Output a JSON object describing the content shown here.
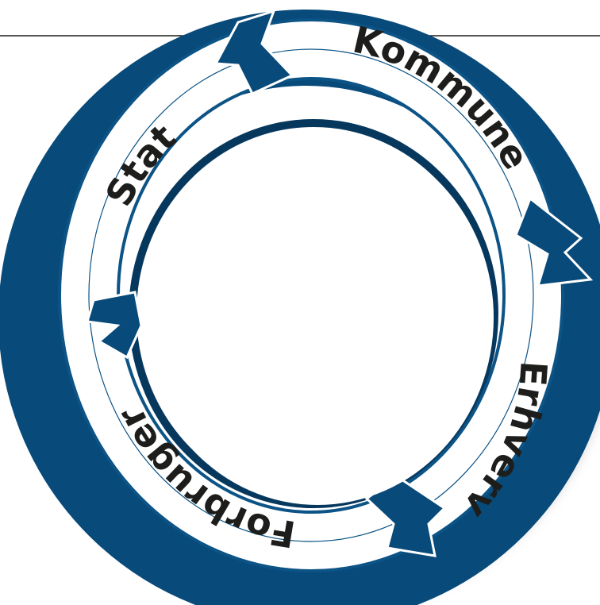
{
  "colors": {
    "ring_blue": "#084a7a",
    "ring_blue_dark": "#06385e",
    "arrow_face": "#ffffff",
    "arrow_outline": "#0c5386",
    "text": "#1d1d1b",
    "top_rule": "#1d1d1b",
    "shadow": "#c9c9c9"
  },
  "diagram": {
    "type": "cycle",
    "direction": "clockwise",
    "segments": [
      {
        "id": "stat",
        "label": "Stat"
      },
      {
        "id": "kommune",
        "label": "Kommune"
      },
      {
        "id": "erhverv",
        "label": "Erhverv"
      },
      {
        "id": "forbruger",
        "label": "Forbruger"
      }
    ]
  }
}
